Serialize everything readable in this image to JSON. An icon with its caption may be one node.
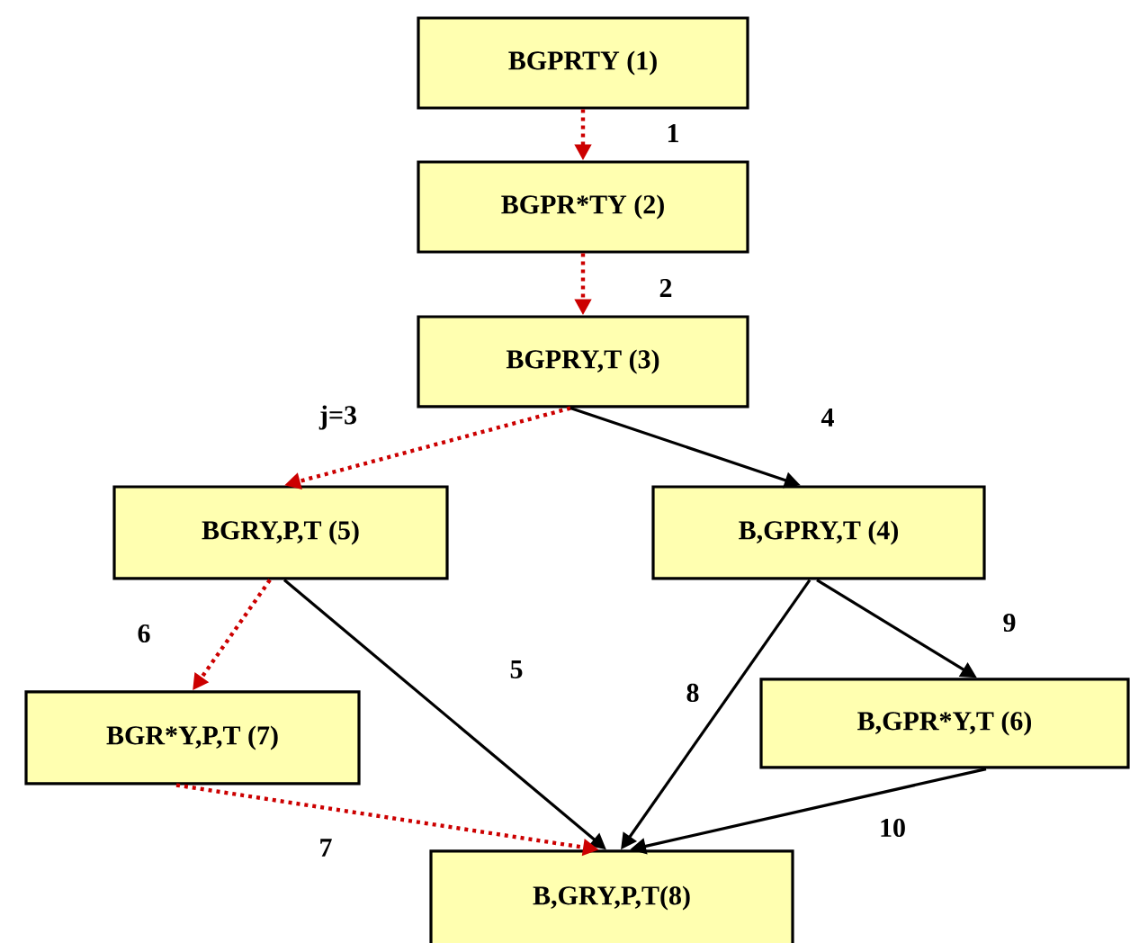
{
  "diagram": {
    "nodes": [
      {
        "text": [
          "BGPRTY (1)"
        ]
      },
      {
        "text": [
          "BGPR*TY (2)"
        ]
      },
      {
        "text": [
          "BGPRY,T (3)"
        ]
      },
      {
        "text": [
          "BGRY,P,T (5)"
        ]
      },
      {
        "text": [
          "B,GPRY,T (4)"
        ]
      },
      {
        "text": [
          "BGR*Y,P,T (7)"
        ]
      },
      {
        "text": [
          "B,GPR*Y,T (6)"
        ]
      },
      {
        "text": [
          "B,GRY,P,T(8)"
        ]
      }
    ],
    "edges": [
      {
        "from": 0,
        "to": 1,
        "arrow": "to",
        "label": "1",
        "style": "dashed",
        "color": "#cc0000"
      },
      {
        "from": 1,
        "to": 2,
        "arrow": "to",
        "label": "2",
        "style": "dashed",
        "color": "#cc0000"
      },
      {
        "from": 2,
        "to": 3,
        "arrow": "to",
        "label": "j=3",
        "style": "dashed",
        "color": "#cc0000"
      },
      {
        "from": 2,
        "to": 4,
        "arrow": "to",
        "label": "4",
        "color": "#000000"
      },
      {
        "from": 3,
        "to": 5,
        "arrow": "to",
        "label": "6",
        "style": "dashed",
        "color": "#cc0000"
      },
      {
        "from": 3,
        "to": 7,
        "arrow": "to",
        "label": "5",
        "color": "#000000"
      },
      {
        "from": 4,
        "to": 7,
        "arrow": "to",
        "label": "8",
        "color": "#000000"
      },
      {
        "from": 4,
        "to": 6,
        "arrow": "to",
        "label": "9",
        "color": "#000000"
      },
      {
        "from": 5,
        "to": 7,
        "arrow": "to",
        "label": "7",
        "style": "dashed",
        "color": "#cc0000"
      },
      {
        "from": 6,
        "to": 7,
        "arrow": "to",
        "label": "10",
        "color": "#000000"
      }
    ]
  }
}
